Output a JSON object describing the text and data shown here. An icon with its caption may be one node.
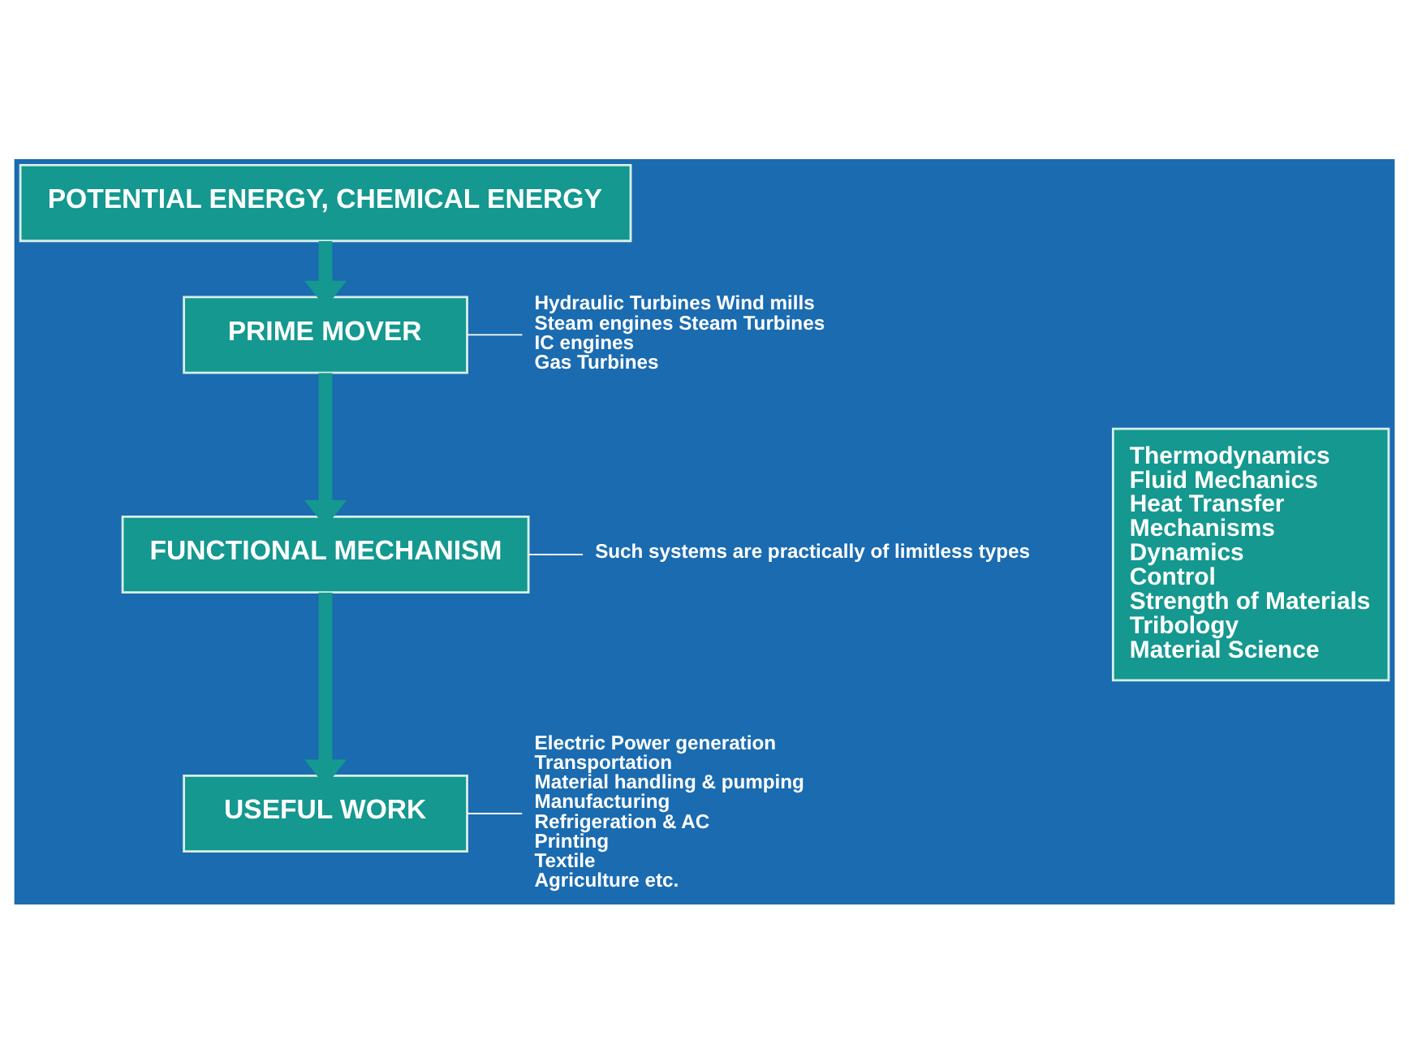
{
  "diagram": {
    "nodes": [
      {
        "text": [
          "POTENTIAL ENERGY, CHEMICAL ENERGY"
        ]
      },
      {
        "text": [
          "PRIME MOVER"
        ]
      },
      {
        "text": [
          "FUNCTIONAL MECHANISM"
        ]
      },
      {
        "text": [
          "USEFUL WORK"
        ]
      },
      {
        "text": [
          "Hydraulic Turbines Wind mills",
          "Steam engines Steam Turbines",
          "IC engines",
          "Gas Turbines"
        ]
      },
      {
        "text": [
          "Such systems are practically of limitless types"
        ]
      },
      {
        "text": [
          "Electric Power generation",
          "Transportation",
          "Material handling & pumping",
          "Manufacturing",
          "Refrigeration & AC",
          "Printing",
          "Textile",
          "Agriculture etc."
        ]
      },
      {
        "text": [
          "Thermodynamics",
          "Fluid Mechanics",
          "Heat Transfer",
          "Mechanisms",
          "Dynamics",
          "Control",
          "Strength of Materials",
          "Tribology",
          "Material Science"
        ]
      }
    ],
    "edges": [
      {
        "from": 0,
        "to": 1,
        "arrow": "to",
        "style": "thick",
        "color": "#14988f"
      },
      {
        "from": 1,
        "to": 2,
        "arrow": "to",
        "style": "thick",
        "color": "#14988f"
      },
      {
        "from": 2,
        "to": 3,
        "arrow": "to",
        "style": "thick",
        "color": "#14988f"
      },
      {
        "from": 1,
        "to": 4,
        "arrow": "none",
        "color": "#ffffff"
      },
      {
        "from": 2,
        "to": 5,
        "arrow": "none",
        "color": "#ffffff"
      },
      {
        "from": 3,
        "to": 6,
        "arrow": "none",
        "color": "#ffffff"
      }
    ]
  }
}
